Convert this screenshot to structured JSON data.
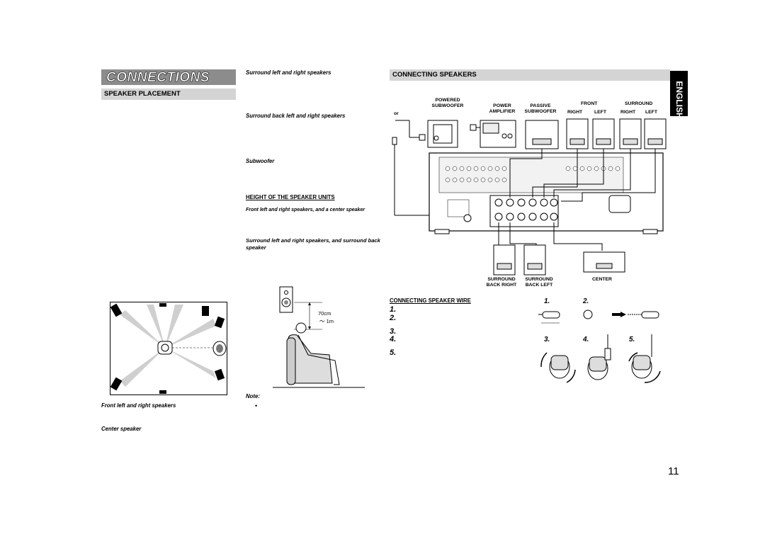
{
  "header": {
    "title": "CONNECTIONS",
    "language_tab": "ENGLISH",
    "page_number": "11"
  },
  "left": {
    "section_title": "SPEAKER PLACEMENT",
    "captions": {
      "front": "Front left and right speakers",
      "center": "Center speaker"
    }
  },
  "middle": {
    "surround_lr": "Surround left and right speakers",
    "surround_back": "Surround back left and right speakers",
    "subwoofer": "Subwoofer",
    "height_heading": "HEIGHT OF THE SPEAKER UNITS",
    "height_front": "Front left and right speakers, and a center speaker",
    "height_surround": "Surround left and right speakers, and surround back speaker",
    "note_label": "Note:",
    "note_bullet": "•",
    "height_70": "70cm",
    "height_1m": "～ 1m"
  },
  "right": {
    "section_title": "CONNECTING SPEAKERS",
    "labels": {
      "powered_sub": "POWERED\nSUBWOOFER",
      "or": "or",
      "power_amp": "POWER\nAMPLIFIER",
      "passive_sub": "PASSIVE\nSUBWOOFER",
      "front": "FRONT",
      "front_right": "RIGHT",
      "front_left": "LEFT",
      "surround": "SURROUND",
      "surround_right": "RIGHT",
      "surround_left": "LEFT",
      "surround_back_right": "SURROUND\nBACK RIGHT",
      "surround_back_left": "SURROUND\nBACK LEFT",
      "center": "CENTER"
    },
    "wire_heading": "CONNECTING SPEAKER WIRE",
    "steps": [
      "1.",
      "2.",
      "3.",
      "4.",
      "5."
    ],
    "fig_steps": [
      "1.",
      "2.",
      "3.",
      "4.",
      "5."
    ]
  }
}
